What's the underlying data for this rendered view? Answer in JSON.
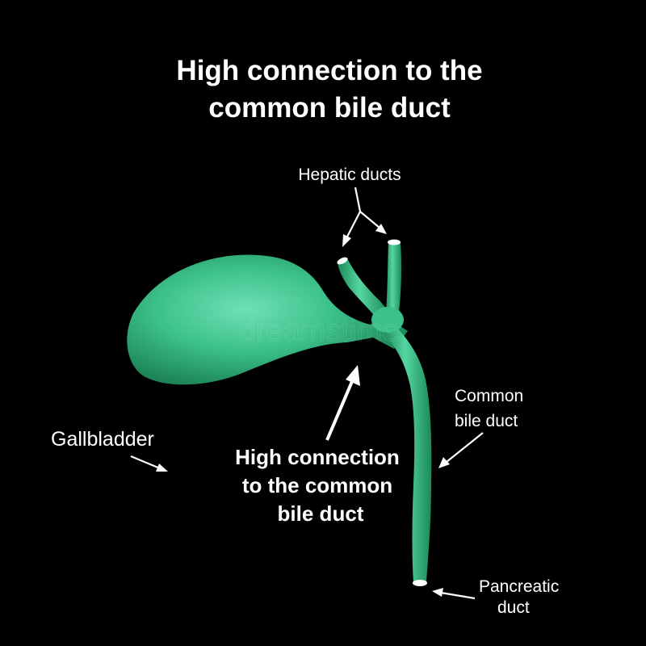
{
  "title": {
    "line1": "High connection to the",
    "line2": "common bile duct"
  },
  "labels": {
    "hepatic_ducts": "Hepatic ducts",
    "gallbladder": "Gallbladder",
    "common_bile_duct_line1": "Common",
    "common_bile_duct_line2": "bile duct",
    "pancreatic_duct_line1": "Pancreatic",
    "pancreatic_duct_line2": "duct",
    "high_connection_line1": "High connection",
    "high_connection_line2": "to the common",
    "high_connection_line3": "bile duct"
  },
  "watermark": "dreamstime",
  "colors": {
    "background": "#000000",
    "organ": "#2fb37a",
    "organ_highlight": "#6fe0b6",
    "text": "#ffffff"
  }
}
